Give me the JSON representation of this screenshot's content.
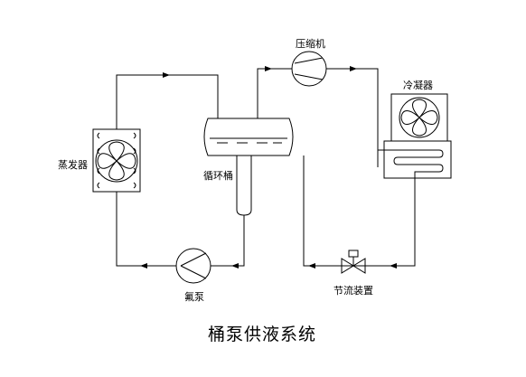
{
  "title": "桶泵供液系统",
  "labels": {
    "compressor": "压缩机",
    "condenser": "冷凝器",
    "evaporator": "蒸发器",
    "circulation_barrel": "循环桶",
    "refrigerant_pump": "氟泵",
    "throttle_device": "节流装置"
  },
  "colors": {
    "line": "#000000",
    "background": "#ffffff"
  }
}
